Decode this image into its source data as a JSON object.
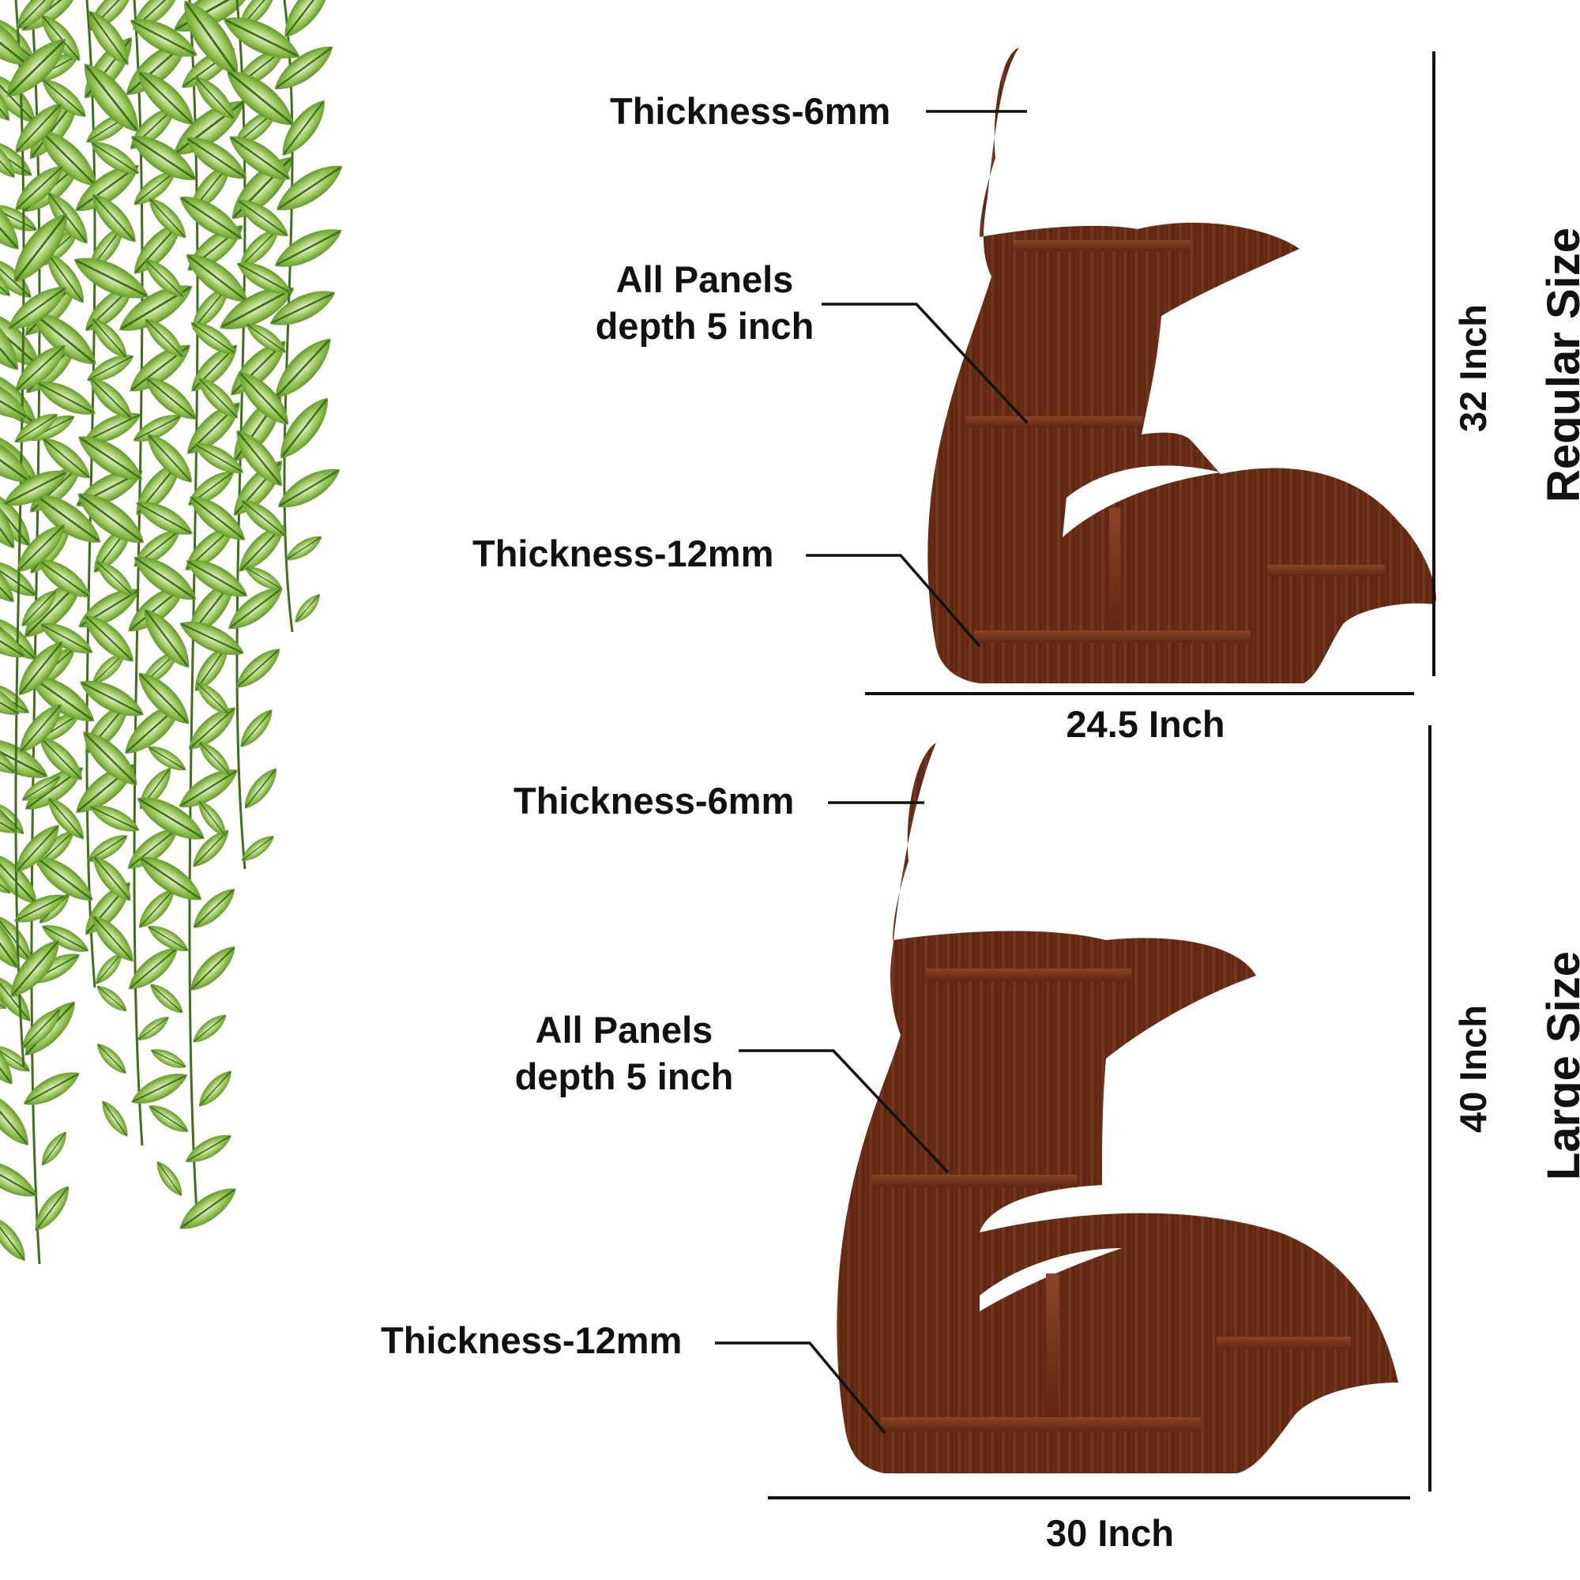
{
  "colors": {
    "wood": "#6b2e12",
    "wood_dark": "#4e1f0b",
    "shelf": "#7a3a1e",
    "leaf": "#5f9a2a",
    "leaf_light": "#dcecc4",
    "ink": "#111111"
  },
  "icons": [
    "hanging-plant-icon",
    "fox-shelf-icon"
  ],
  "regular": {
    "size_label": "Regular Size",
    "height_label": "32 Inch",
    "width_label": "24.5 Inch",
    "thickness_top": "Thickness-6mm",
    "panels_line1": "All Panels",
    "panels_line2": "depth 5 inch",
    "thickness_bottom": "Thickness-12mm"
  },
  "large": {
    "size_label": "Large Size",
    "height_label": "40 Inch",
    "width_label": "30 Inch",
    "thickness_top": "Thickness-6mm",
    "panels_line1": "All Panels",
    "panels_line2": "depth 5 inch",
    "thickness_bottom": "Thickness-12mm"
  }
}
